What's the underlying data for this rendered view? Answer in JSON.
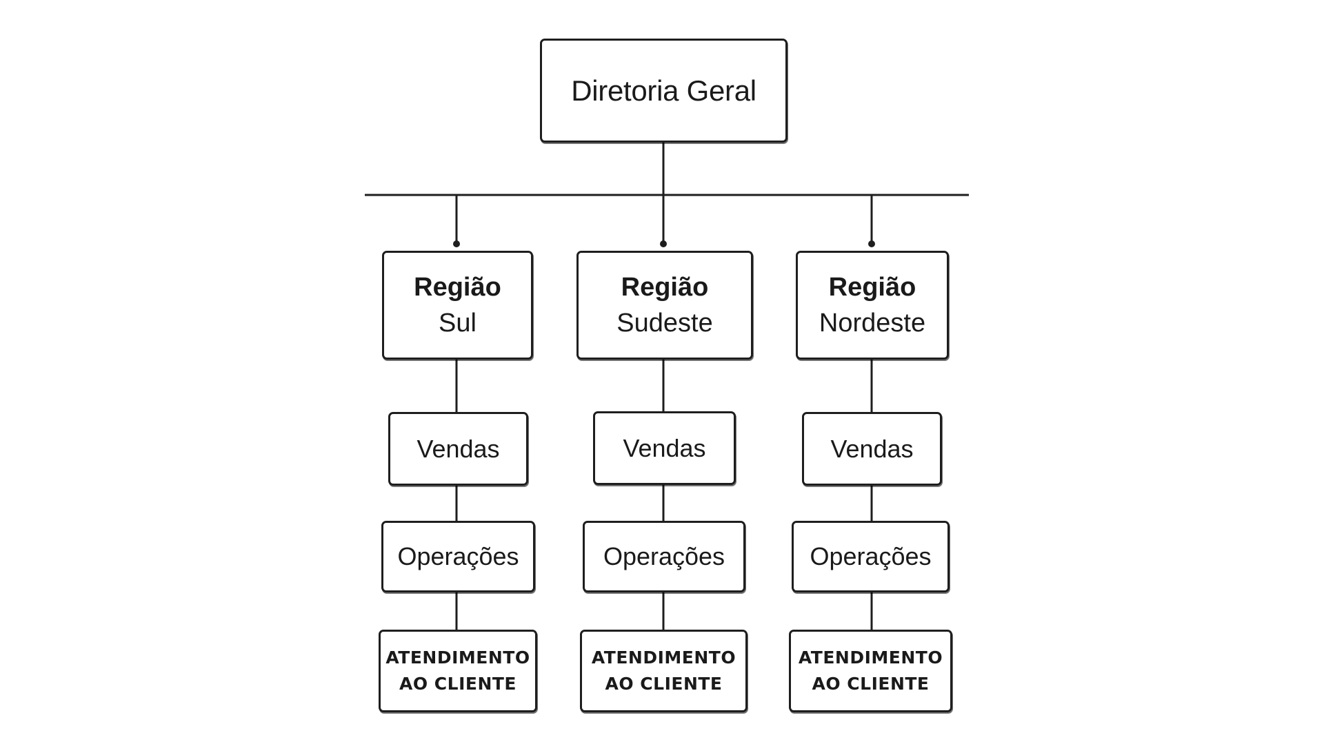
{
  "top": {
    "label": "Diretoria Geral"
  },
  "regions": [
    {
      "title": "Região",
      "name": "Sul",
      "sales": "Vendas",
      "operations": "Operações",
      "service_line1": "ATENDIMENTO",
      "service_line2": "AO CLIENTE"
    },
    {
      "title": "Região",
      "name": "Sudeste",
      "sales": "Vendas",
      "operations": "Operações",
      "service_line1": "ATENDIMENTO",
      "service_line2": "AO CLIENTE"
    },
    {
      "title": "Região",
      "name": "Nordeste",
      "sales": "Vendas",
      "operations": "Operações",
      "service_line1": "ATENDIMENTO",
      "service_line2": "AO CLIENTE"
    }
  ],
  "colors": {
    "line": "#1e1e1e",
    "background": "#ffffff"
  }
}
